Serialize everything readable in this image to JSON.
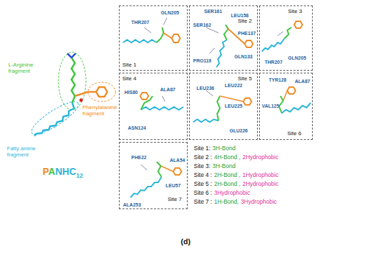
{
  "diagram": {
    "nodes": [
      {
        "text": [
          "GLN205",
          "THR207",
          "Site 1"
        ]
      },
      {
        "text": [
          "SER161",
          "LEU158",
          "SER162",
          "PHE137",
          "GLN133",
          "PRO119",
          "Site 2"
        ]
      },
      {
        "text": [
          "Site 3",
          "THR207",
          "GLN205"
        ]
      },
      {
        "text": [
          "Site 4",
          "HIS80",
          "ALA87",
          "ASN124"
        ]
      },
      {
        "text": [
          "Site 5",
          "LEU222",
          "LEU236",
          "LEU225",
          "GLU226"
        ]
      },
      {
        "text": [
          "TYR128",
          "ALA87",
          "VAL125",
          "Site 6"
        ]
      },
      {
        "text": [
          "PHE22",
          "ALA54",
          "LEU57",
          "ALA253",
          "Site 7"
        ]
      }
    ],
    "labels": [
      "L-Arginine fragment",
      "Phenylalanine fragment",
      "Fatty amine fragment",
      "P",
      "A",
      "NHC",
      "12",
      "Site 1:",
      "3H-Bond",
      "Site 2 :",
      "4H-Bond ,",
      "2Hydrophobic",
      "Site 3:",
      "3H-Bond",
      "Site 4 :",
      "2H-Bond ,",
      "1Hydrophobic",
      "Site 5 :",
      "2H-Bond ,",
      "2Hydrophobic",
      "Site 6 :",
      "3Hydrophobic",
      "Site 7 :",
      "1H-Bond,",
      "3Hydrophobic",
      "(d)"
    ]
  }
}
